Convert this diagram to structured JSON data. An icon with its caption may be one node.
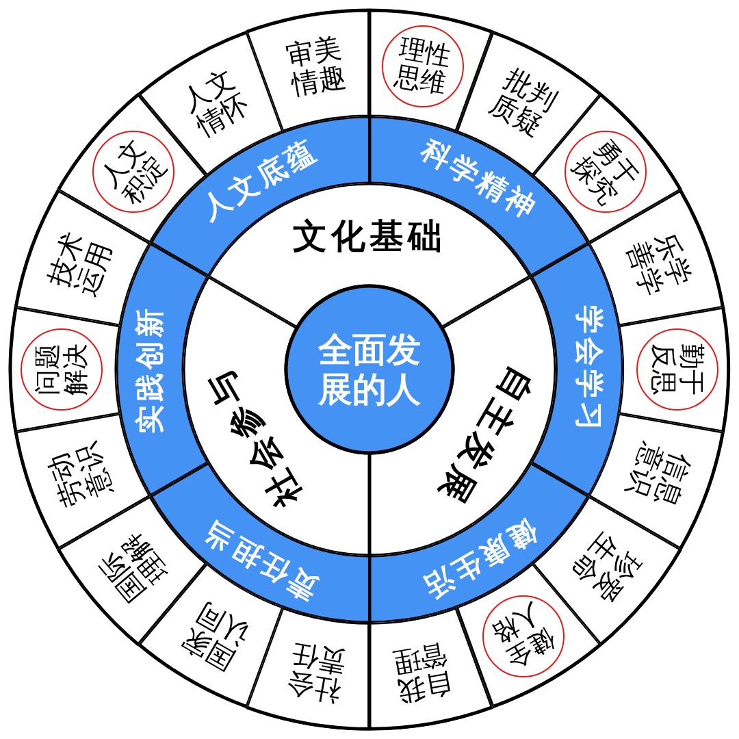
{
  "diagram": {
    "nodes": [
      {
        "text": [
          "全面发展的人"
        ]
      },
      {
        "text": [
          "文化基础"
        ]
      },
      {
        "text": [
          "自主发展"
        ]
      },
      {
        "text": [
          "社会参与"
        ]
      },
      {
        "text": [
          "人文底蕴"
        ]
      },
      {
        "text": [
          "科学精神"
        ]
      },
      {
        "text": [
          "学会学习"
        ]
      },
      {
        "text": [
          "健康生活"
        ]
      },
      {
        "text": [
          "责任担当"
        ]
      },
      {
        "text": [
          "实践创新"
        ]
      },
      {
        "text": [
          "审美情趣"
        ]
      },
      {
        "text": [],
        "shape": "sector"
      },
      {
        "text": [
          "理性思维"
        ],
        "in": 11
      },
      {
        "text": [
          "批判质疑"
        ]
      },
      {
        "text": [],
        "shape": "sector"
      },
      {
        "text": [
          "勇于探究"
        ],
        "in": 14
      },
      {
        "text": [
          "乐学善学"
        ]
      },
      {
        "text": [],
        "shape": "sector"
      },
      {
        "text": [
          "勤于反思"
        ],
        "in": 17
      },
      {
        "text": [
          "信息意识"
        ]
      },
      {
        "text": [
          "珍爱生命"
        ]
      },
      {
        "text": [],
        "shape": "sector"
      },
      {
        "text": [
          "健全人格"
        ],
        "in": 21
      },
      {
        "text": [
          "自我管理"
        ]
      },
      {
        "text": [
          "社会责任"
        ]
      },
      {
        "text": [
          "国家认同"
        ]
      },
      {
        "text": [
          "国际理解"
        ]
      },
      {
        "text": [
          "劳动意识"
        ]
      },
      {
        "text": [],
        "shape": "sector"
      },
      {
        "text": [
          "问题解决"
        ],
        "in": 28
      },
      {
        "text": [
          "技术运用"
        ]
      },
      {
        "text": [],
        "shape": "sector"
      },
      {
        "text": [
          "人文积淀"
        ],
        "in": 31
      },
      {
        "text": [
          "人文情怀"
        ]
      }
    ]
  }
}
